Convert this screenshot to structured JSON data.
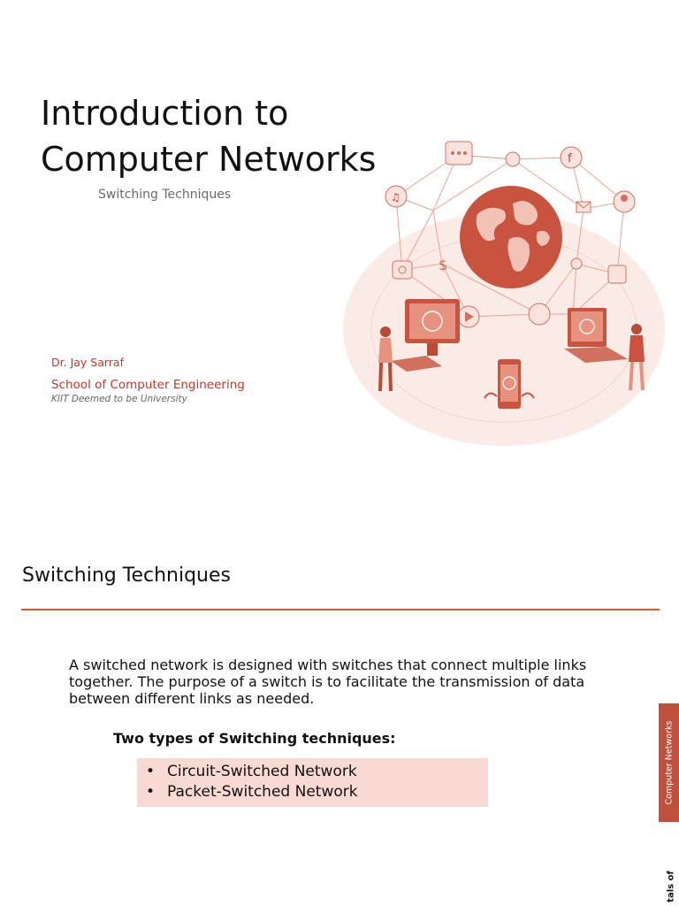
{
  "slide1": {
    "title_line1": "Introduction to",
    "title_line2": "Computer Networks",
    "subtitle": "Switching Techniques",
    "author_name": "Dr. Jay Sarraf",
    "author_school": "School of Computer Engineering",
    "author_university": "KIIT Deemed to be University",
    "illustration_icons": [
      "globe-icon",
      "chat-icon",
      "location-pin-icon",
      "facebook-icon",
      "music-icon",
      "mail-icon",
      "user-icon",
      "dollar-icon",
      "camera-icon",
      "twitter-icon",
      "play-icon",
      "like-icon",
      "photo-icon",
      "monitor-icon",
      "laptop-icon",
      "smartphone-icon",
      "person-icon"
    ],
    "accent_color": "#d9562b"
  },
  "slide2": {
    "title": "Switching Techniques",
    "paragraph_line1": "A switched network is designed with switches that connect multiple links",
    "paragraph_line2": "together. The purpose of a switch is to facilitate the transmission of data",
    "paragraph_line3": "between different links as needed.",
    "types_heading": "Two types of Switching techniques:",
    "types": [
      "Circuit-Switched Network",
      "Packet-Switched Network"
    ],
    "side_tab_label": "Computer Networks",
    "side_fragment_label": "tals of",
    "rule_color": "#d9562b",
    "box_color": "#f9d9d3"
  }
}
